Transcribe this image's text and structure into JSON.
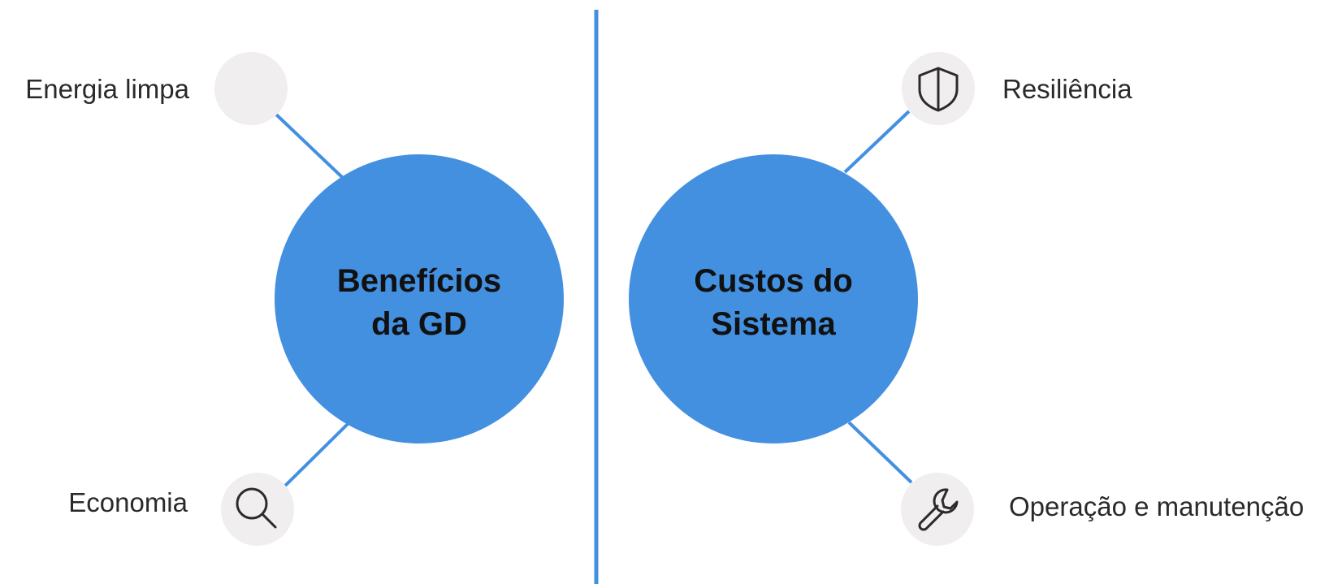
{
  "colors": {
    "accent": "#4390E0",
    "icon_bg": "#F0EEEE",
    "icon_stroke": "#2b2b2b",
    "text": "#111111"
  },
  "left": {
    "title_line1": "Benefícios",
    "title_line2": "da GD",
    "items": [
      {
        "label": "Energia limpa",
        "icon": "blank-icon"
      },
      {
        "label": "Economia",
        "icon": "search-icon"
      }
    ]
  },
  "right": {
    "title_line1": "Custos do",
    "title_line2": "Sistema",
    "items": [
      {
        "label": "Resiliência",
        "icon": "shield-icon"
      },
      {
        "label": "Operação e manutenção",
        "icon": "wrench-icon"
      }
    ]
  }
}
